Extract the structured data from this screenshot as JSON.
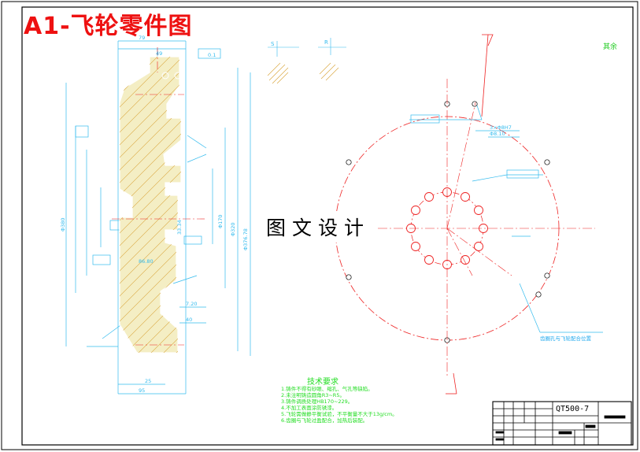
{
  "drawing": {
    "title": "A1-飞轮零件图",
    "watermark": "图文设计",
    "scale_note": "其余",
    "material": "QT500-7",
    "tech_requirements_title": "技术要求",
    "tech_requirements": [
      "1.铸件不得有砂眼、缩孔、气孔等缺陷。",
      "2.未注明铸造圆角R3~R5。",
      "3.铸件调质处理HB170~229。",
      "4.不加工表面涂防锈漆。",
      "5.飞轮需做静平衡试验，不平衡量不大于13g/cm。",
      "6.齿圈与飞轮过盈配合，加热后装配。"
    ],
    "callout_note": "齿圈孔与飞轮配合位置",
    "dimensions": {
      "d1": "Φ380",
      "d2": "Φ376.78",
      "d3": "Φ320",
      "d4": "Φ170",
      "d5": "33.34",
      "d6": "0.1",
      "w1": "49",
      "w2": "79",
      "w3": "95",
      "h1": "25",
      "h2": "7.20",
      "h3": "86.80",
      "h4": "40",
      "hole1": "3×Φ8H7",
      "hole2": "Φ8.10",
      "sec1": "S",
      "sec2": "R"
    }
  }
}
